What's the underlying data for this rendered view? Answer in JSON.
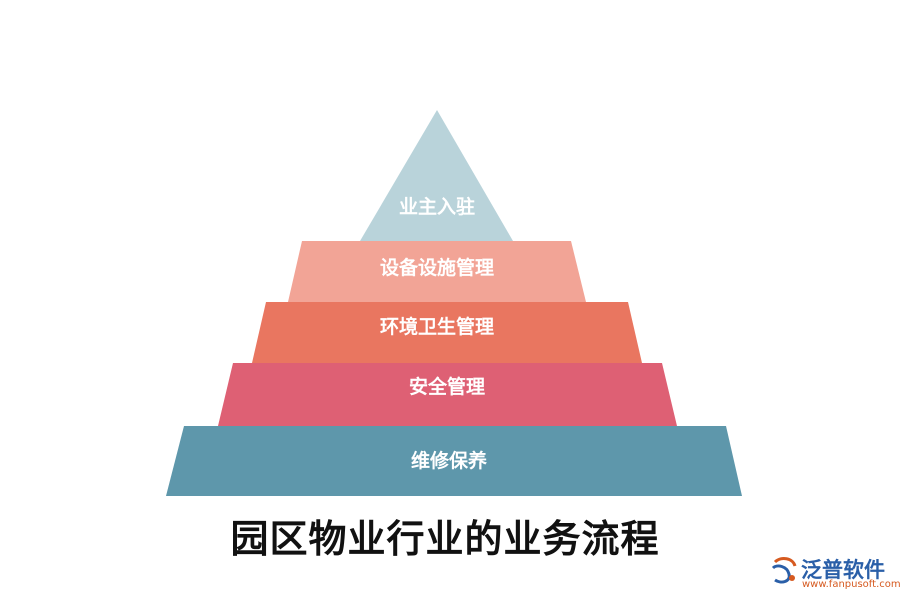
{
  "diagram": {
    "layers": [
      {
        "label": "业主入驻",
        "color": "#b9d3da"
      },
      {
        "label": "设备设施管理",
        "color": "#f2a496"
      },
      {
        "label": "环境卫生管理",
        "color": "#e97660"
      },
      {
        "label": "安全管理",
        "color": "#de6074"
      },
      {
        "label": "维修保养",
        "color": "#5e97ab"
      }
    ],
    "caption": "园区物业行业的业务流程"
  },
  "watermark": {
    "name": "泛普软件",
    "url": "www.fanpusoft.com",
    "logo_icon": "fanpu-logo-icon",
    "name_color": "#2a5fa8",
    "url_color": "#d65a20"
  }
}
